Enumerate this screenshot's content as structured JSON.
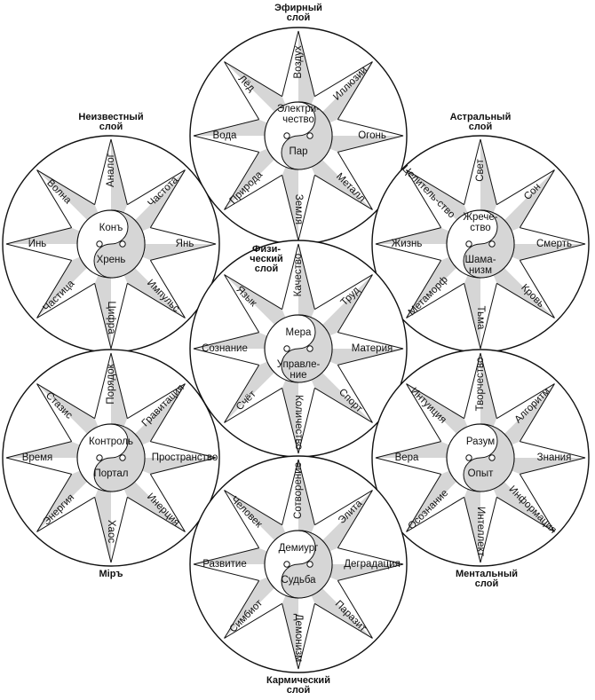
{
  "circles": [
    {
      "id": "ether",
      "title": [
        "Эфирный",
        "слой"
      ],
      "center_top": [
        "Электри-",
        "чество"
      ],
      "center_bottom": [
        "Пар"
      ],
      "rays": [
        "Воздух",
        "Иллюзии",
        "Огонь",
        "Металл",
        "Земля",
        "Природа",
        "Вода",
        "Лёд"
      ]
    },
    {
      "id": "unknown",
      "title": [
        "Неизвестный",
        "слой"
      ],
      "center_top": [
        "Конъ"
      ],
      "center_bottom": [
        "Хрень"
      ],
      "rays": [
        "Аналог",
        "Частота",
        "Янь",
        "Импульс",
        "Цифра",
        "Частица",
        "Инь",
        "Волна"
      ]
    },
    {
      "id": "astral",
      "title": [
        "Астральный",
        "слой"
      ],
      "center_top": [
        "Жрече-",
        "ство"
      ],
      "center_bottom": [
        "Шама-",
        "низм"
      ],
      "rays": [
        "Свет",
        "Сон",
        "Смерть",
        "Кровь",
        "Тьма",
        "Метаморф",
        "Жизнь",
        "Целитель-ство"
      ]
    },
    {
      "id": "physical",
      "title": [
        "Физи-",
        "ческий",
        "слой"
      ],
      "center_top": [
        "Мера"
      ],
      "center_bottom": [
        "Управле-",
        "ние"
      ],
      "rays": [
        "Качество",
        "Труд",
        "Материя",
        "Спорт",
        "Количество",
        "Счёт",
        "Сознание",
        "Язык"
      ]
    },
    {
      "id": "mir",
      "title": [
        "Міръ"
      ],
      "center_top": [
        "Контроль"
      ],
      "center_bottom": [
        "Портал"
      ],
      "rays": [
        "Порядок",
        "Гравитация",
        "Пространство",
        "Инерция",
        "Хаос",
        "Энергия",
        "Время",
        "Стазис"
      ]
    },
    {
      "id": "mental",
      "title": [
        "Ментальный",
        "слой"
      ],
      "center_top": [
        "Разум"
      ],
      "center_bottom": [
        "Опыт"
      ],
      "rays": [
        "Творчество",
        "Алгоритм",
        "Знания",
        "Информация",
        "Интеллект",
        "Осознание",
        "Вера",
        "Интуиция"
      ]
    },
    {
      "id": "karmic",
      "title": [
        "Кармический",
        "слой"
      ],
      "center_top": [
        "Демиург"
      ],
      "center_bottom": [
        "Судьба"
      ],
      "rays": [
        "Сотворение",
        "Элита",
        "Деградация",
        "Паразит",
        "Демонизм",
        "Симбиот",
        "Развитие",
        "Человек"
      ]
    }
  ],
  "colors": {
    "stroke": "#111111",
    "shade": "#d6d6d6",
    "paper": "#ffffff"
  }
}
